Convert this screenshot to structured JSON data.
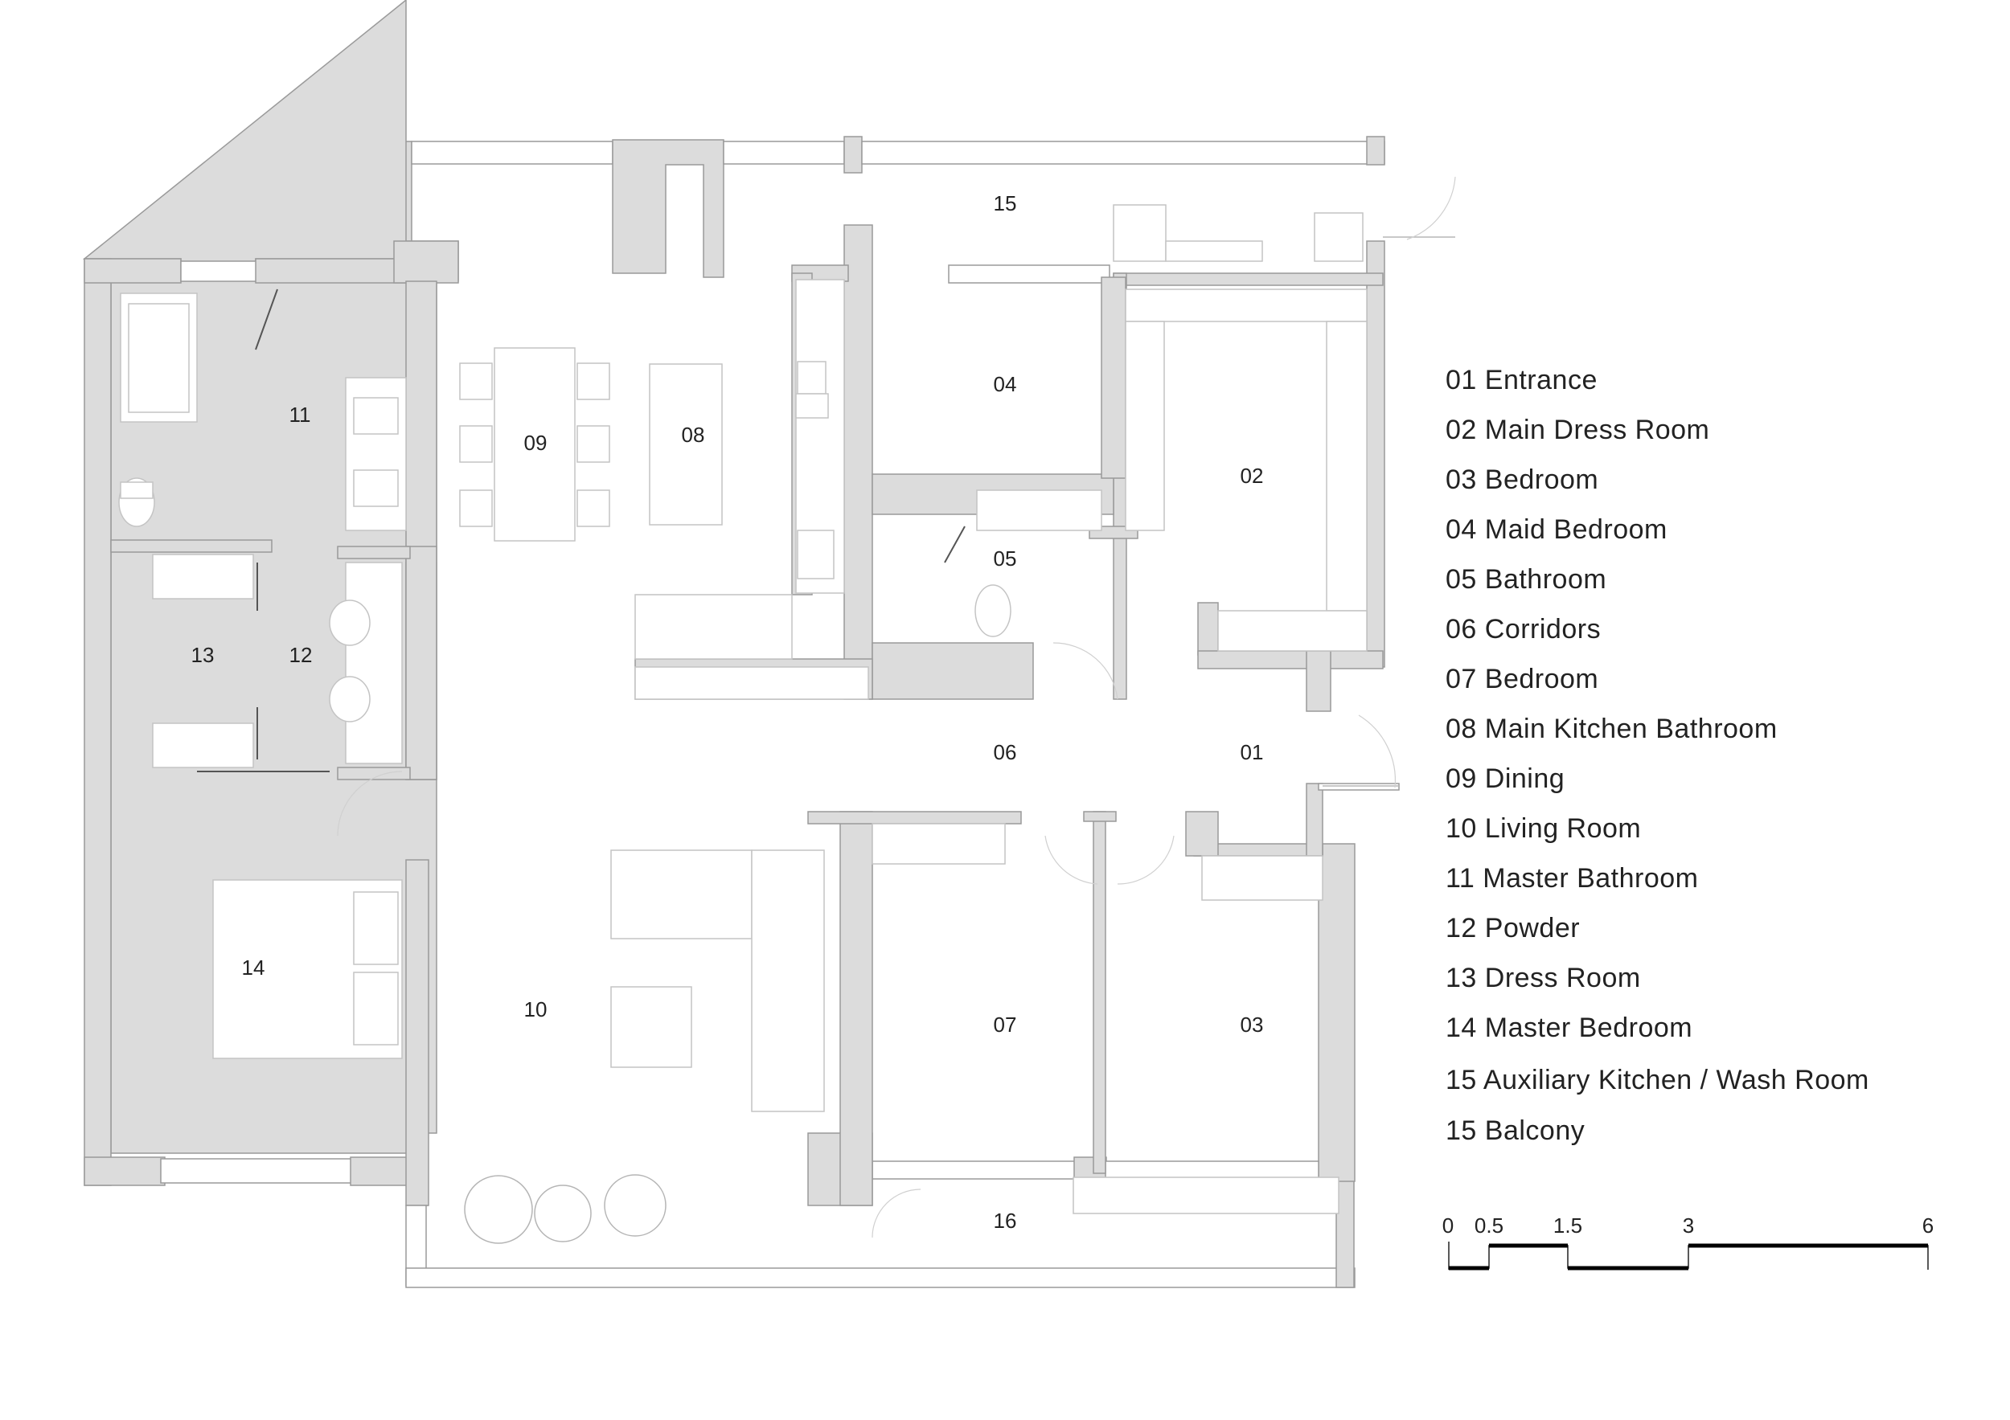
{
  "rooms": [
    {
      "num": "15"
    },
    {
      "num": "04"
    },
    {
      "num": "02"
    },
    {
      "num": "11"
    },
    {
      "num": "09"
    },
    {
      "num": "08"
    },
    {
      "num": "05"
    },
    {
      "num": "13"
    },
    {
      "num": "12"
    },
    {
      "num": "06"
    },
    {
      "num": "01"
    },
    {
      "num": "14"
    },
    {
      "num": "10"
    },
    {
      "num": "07"
    },
    {
      "num": "03"
    },
    {
      "num": "16"
    }
  ],
  "legend": [
    "01 Entrance",
    "02 Main Dress Room",
    "03 Bedroom",
    "04 Maid Bedroom",
    "05 Bathroom",
    "06 Corridors",
    "07 Bedroom",
    "08 Main Kitchen Bathroom",
    "09 Dining",
    "10 Living Room",
    "11 Master Bathroom",
    "12 Powder",
    "13 Dress Room",
    "14 Master Bedroom",
    "15 Auxiliary Kitchen / Wash Room",
    "15 Balcony"
  ],
  "scale_bar": {
    "ticks": [
      "0",
      "0.5",
      "1.5",
      "3",
      "6"
    ]
  },
  "colors": {
    "wall": "#dcdcdc",
    "text": "#222222"
  }
}
